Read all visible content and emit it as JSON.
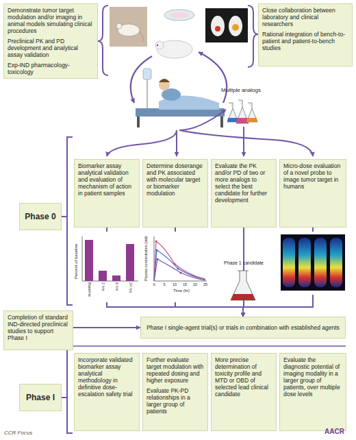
{
  "diagram": {
    "nodes": [
      {
        "text": [
          "Demonstrate tumor target modulation and/or imaging in animal models simulating clinical procedures",
          "Preclinical PK and PD development and analytical assay validation",
          "Exp-IND pharmacology-toxicology"
        ]
      },
      {
        "text": [
          "Close collaboration between laboratory and clinical researchers",
          "Rational integration of bench-to-patient and patient-to-bench studies"
        ]
      },
      {
        "text": [
          "Phase 0"
        ]
      },
      {
        "text": [
          "Biomarker assay analytical validation and evaluation of mechanism of action in patient samples"
        ]
      },
      {
        "text": [
          "Determine doserange and PK associated with molecular target or biomarker modulation"
        ]
      },
      {
        "text": [
          "Evaluate the PK and/or PD of two or more analogs to select the best candidate for further development"
        ]
      },
      {
        "text": [
          "Micro-dose evaluation of a novel probe to image tumor target in humans"
        ]
      },
      {
        "text": [
          "Completion of standard IND-directed preclinical studies to support Phase I"
        ]
      },
      {
        "text": [
          "Phase I single-agent trial(s) or trials in combination with established agents"
        ]
      },
      {
        "text": [
          "Phase I"
        ]
      },
      {
        "text": [
          "Incorporate validated biomarker assay analytical methodology in definitive dose-escalation safety trial"
        ]
      },
      {
        "text": [
          "Further evaluate target modulation with repeated dosing and higher exposure",
          "Evaluate PK-PD relationships in a larger group of patients"
        ]
      },
      {
        "text": [
          "More precise determination of toxicity profile and MTD or OBD of selected lead clinical candidate"
        ]
      },
      {
        "text": [
          "Evaluate the diagnostic potential of imaging modality in a larger group of patients, over multiple dose levels"
        ]
      }
    ],
    "edges": [
      {
        "from": 3,
        "to": 8,
        "arrow": "to"
      },
      {
        "from": 4,
        "to": 8,
        "arrow": "to"
      },
      {
        "from": 5,
        "to": 8,
        "arrow": "to"
      },
      {
        "from": 6,
        "to": 8,
        "arrow": "to"
      },
      {
        "from": 7,
        "to": 8,
        "arrow": "to"
      }
    ],
    "labels": [
      "Multiple analogs",
      "Percent of baseline",
      "Baseline",
      "2 hrs",
      "6 hrs",
      "24 hrs",
      "Plasma concentration (std)",
      "0",
      "5",
      "10",
      "15",
      "20",
      "25",
      "Time (hr)",
      "Phase 1 candidate",
      "CCR Focus",
      "AACR"
    ]
  }
}
